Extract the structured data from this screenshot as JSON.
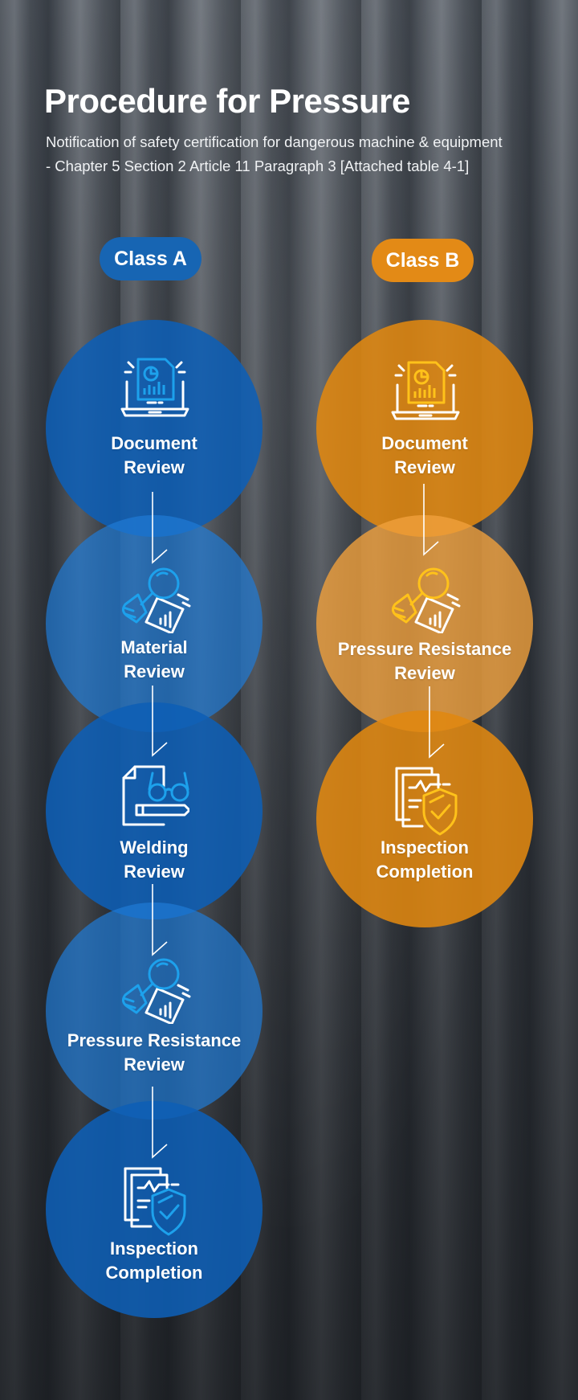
{
  "title": "Procedure for Pressure",
  "subtitle": {
    "line1": "Notification of safety certification for dangerous machine & equipment",
    "line2": "- Chapter 5 Section 2 Article 11 Paragraph 3 [Attached table 4-1]"
  },
  "class_a": {
    "label": "Class A",
    "color": "#1765b3",
    "steps": [
      {
        "line1": "Document",
        "line2": "Review",
        "icon": "document-laptop-icon"
      },
      {
        "line1": "Material",
        "line2": "Review",
        "icon": "magnifier-document-icon"
      },
      {
        "line1": "Welding",
        "line2": "Review",
        "icon": "document-glasses-pencil-icon"
      },
      {
        "line1": "Pressure Resistance",
        "line2": "Review",
        "icon": "magnifier-document-icon"
      },
      {
        "line1": "Inspection",
        "line2": "Completion",
        "icon": "document-shield-check-icon"
      }
    ]
  },
  "class_b": {
    "label": "Class B",
    "color": "#e38a16",
    "steps": [
      {
        "line1": "Document",
        "line2": "Review",
        "icon": "document-laptop-icon"
      },
      {
        "line1": "Pressure Resistance",
        "line2": "Review",
        "icon": "magnifier-document-icon"
      },
      {
        "line1": "Inspection",
        "line2": "Completion",
        "icon": "document-shield-check-icon"
      }
    ]
  }
}
